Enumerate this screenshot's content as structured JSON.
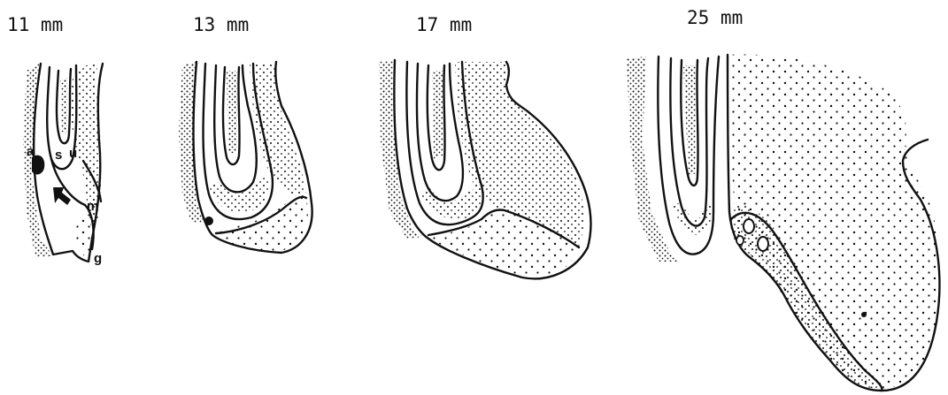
{
  "stages": [
    {
      "label": "11 mm"
    },
    {
      "label": "13 mm"
    },
    {
      "label": "17 mm"
    },
    {
      "label": "25 mm"
    }
  ],
  "structure_labels": {
    "a": "a",
    "s": "s",
    "u": "u",
    "m": "m",
    "g": "g"
  },
  "colors": {
    "ink": "#111111",
    "paper": "#ffffff"
  }
}
